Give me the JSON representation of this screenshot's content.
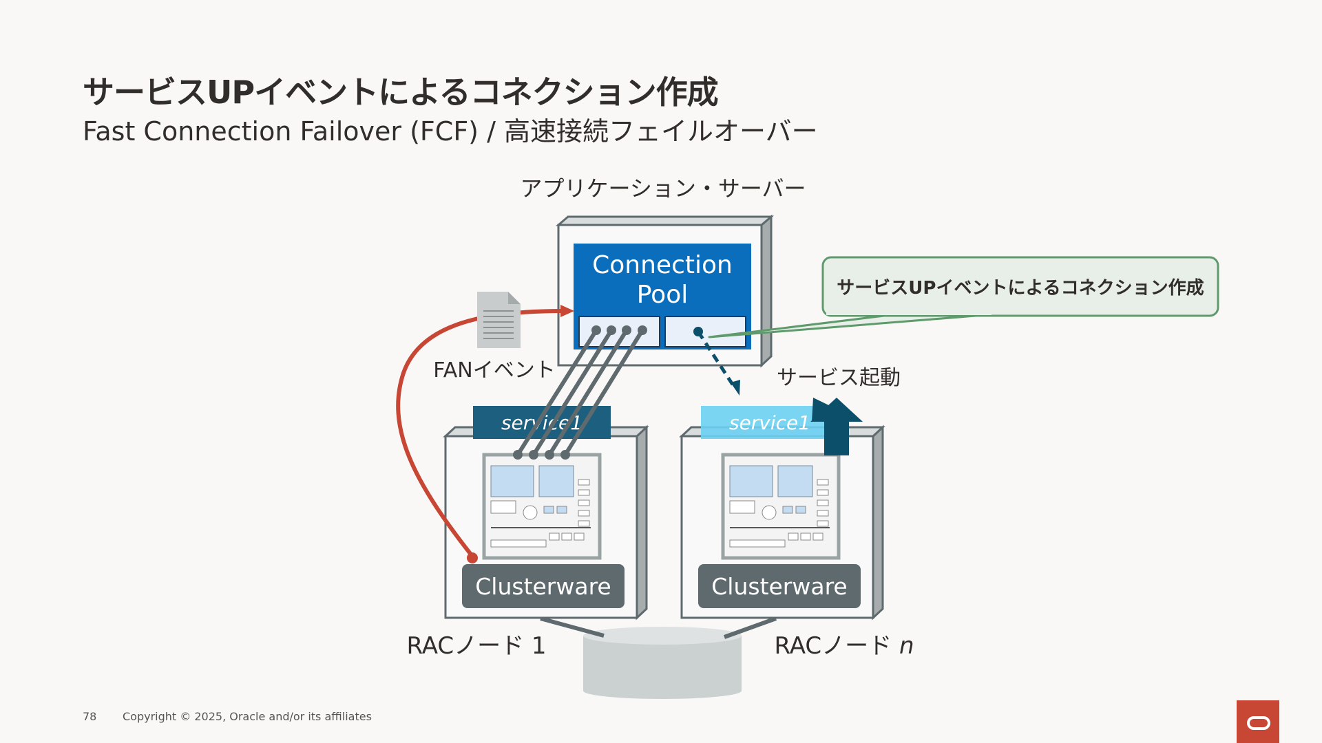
{
  "slide": {
    "title": "サービスUPイベントによるコネクション作成",
    "subtitle": "Fast Connection Failover (FCF) / 高速接続フェイルオーバー",
    "page_number": "78",
    "copyright": "Copyright © 2025, Oracle and/or its affiliates"
  },
  "diagram": {
    "app_server_label": "アプリケーション・サーバー",
    "connection_pool_line1": "Connection",
    "connection_pool_line2": "Pool",
    "fan_event_label": "FANイベント",
    "callout_text": "サービスUPイベントによるコネクション作成",
    "service_start_label": "サービス起動",
    "node1_service": "service1",
    "node2_service": "service1",
    "node1_clusterware": "Clusterware",
    "node2_clusterware": "Clusterware",
    "node1_label": "RACノード 1",
    "node2_label_prefix": "RACノード ",
    "node2_label_suffix": "n"
  },
  "colors": {
    "pool_blue": "#0a6ebd",
    "service1_active": "#1c5f7e",
    "service1_new": "#6ad0f2",
    "fan_arrow": "#c74634",
    "callout_border": "#5e9a6c",
    "callout_fill": "#e8efe9",
    "clusterware": "#5e6a6e",
    "up_arrow": "#0b4f6b"
  }
}
